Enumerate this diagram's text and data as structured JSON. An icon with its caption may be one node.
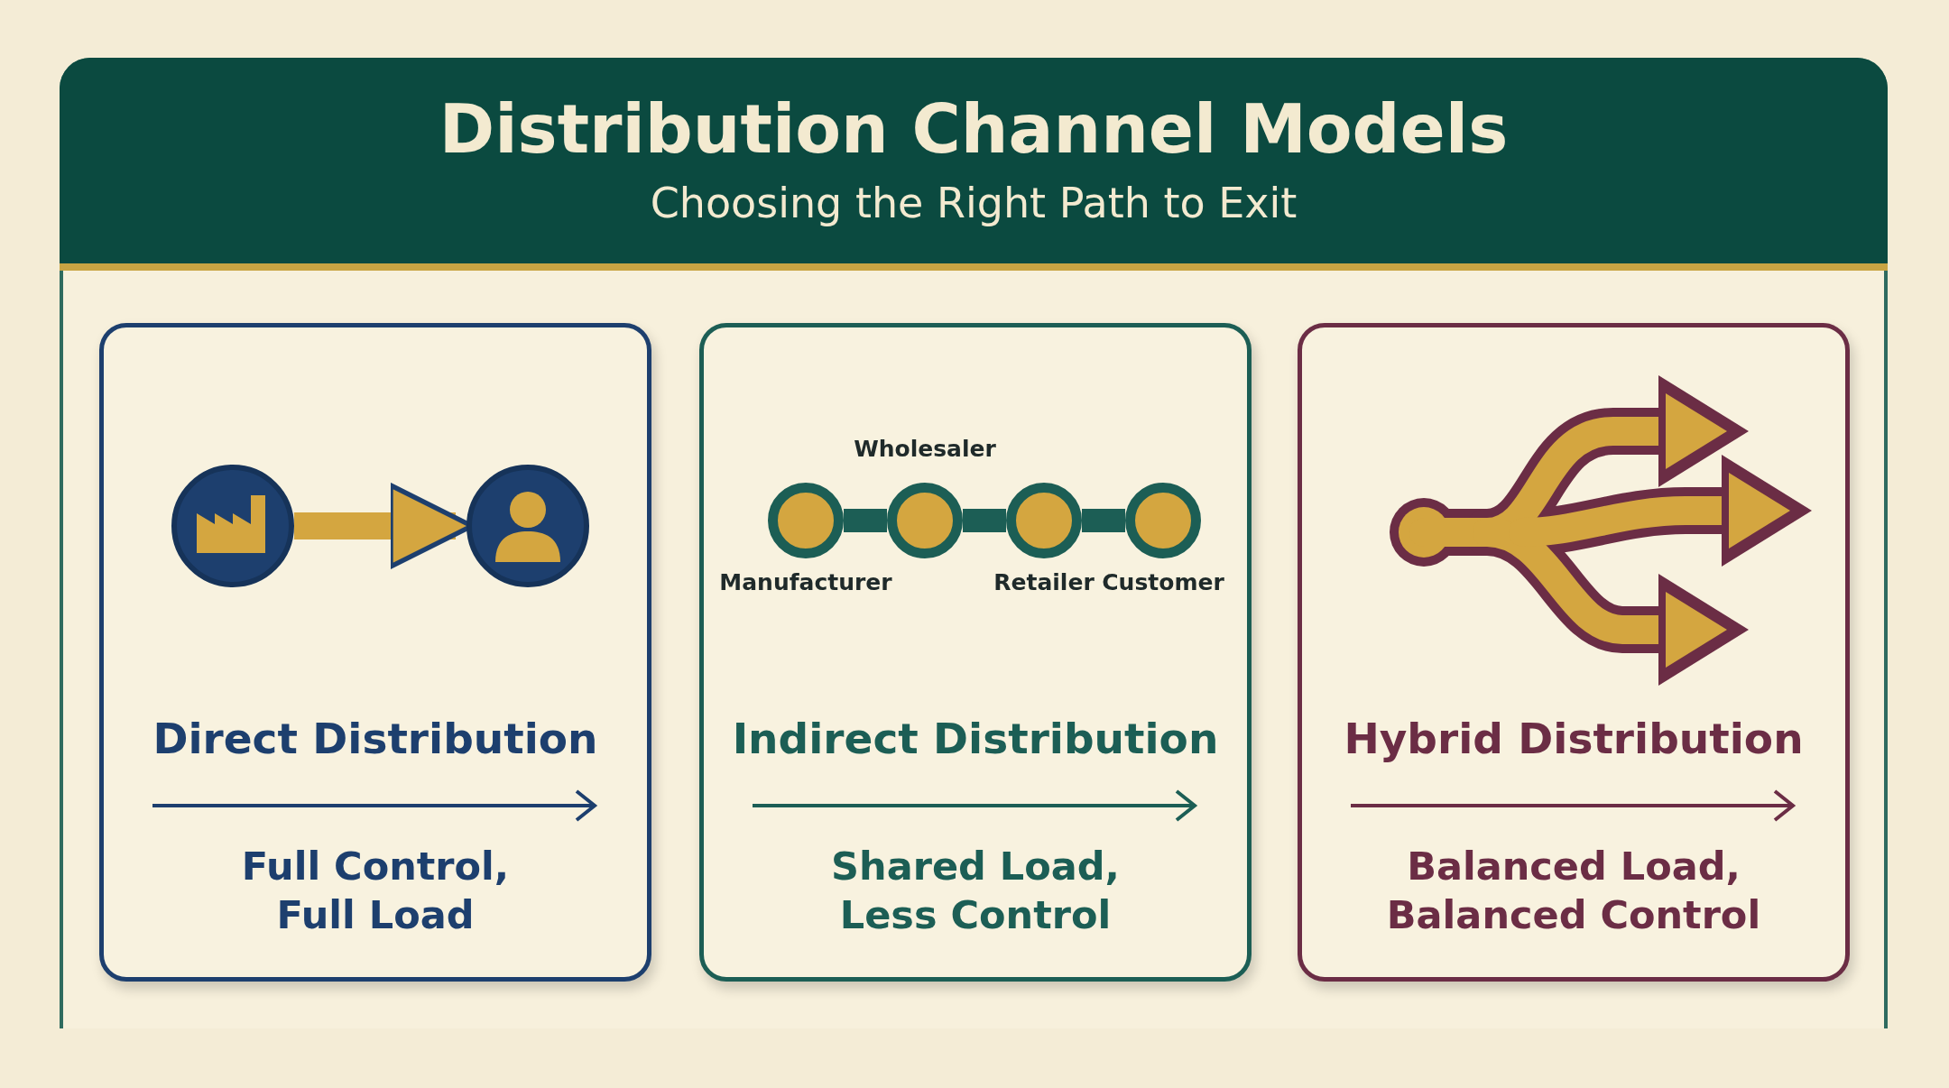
{
  "diagram": {
    "title": "Distribution Channel Models",
    "nodes": [
      {
        "text": [
          "Direct Distribution",
          "Full Control, Full Load"
        ]
      },
      {
        "text": [],
        "shape": "circle",
        "in": 0
      },
      {
        "text": [],
        "shape": "person",
        "in": 0
      },
      {
        "text": [
          "Indirect Distribution",
          "Shared Load, Less Control"
        ]
      },
      {
        "text": [],
        "shape": "circle",
        "in": 3,
        "beside": [
          "Manufacturer"
        ]
      },
      {
        "text": [],
        "shape": "circle",
        "in": 3,
        "beside": [
          "Wholesaler"
        ]
      },
      {
        "text": [],
        "shape": "circle",
        "in": 3,
        "beside": [
          "Retailer"
        ]
      },
      {
        "text": [],
        "shape": "circle",
        "in": 3,
        "beside": [
          "Customer"
        ]
      },
      {
        "text": [
          "Hybrid Distribution",
          "Balanced Load, Balanced Control"
        ]
      }
    ],
    "edges": [
      {
        "from": 1,
        "to": 2,
        "arrow": "to",
        "color": "#d4a640"
      },
      {
        "from": 4,
        "to": 5,
        "arrow": "none"
      },
      {
        "from": 5,
        "to": 6,
        "arrow": "none"
      },
      {
        "from": 6,
        "to": 7,
        "arrow": "none"
      }
    ],
    "labels": [
      "Choosing the Right Path to Exit"
    ]
  }
}
